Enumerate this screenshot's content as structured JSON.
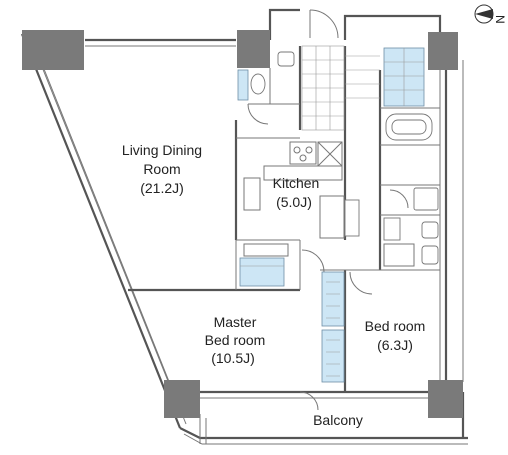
{
  "rooms": {
    "living": {
      "line1": "Living Dining",
      "line2": "Room",
      "size": "(21.2J)"
    },
    "kitchen": {
      "line1": "Kitchen",
      "size": "(5.0J)"
    },
    "master": {
      "line1": "Master",
      "line2": "Bed room",
      "size": "(10.5J)"
    },
    "bedroom": {
      "line1": "Bed room",
      "size": "(6.3J)"
    },
    "balcony": {
      "line1": "Balcony"
    }
  },
  "compass": {
    "letter": "N"
  },
  "colors": {
    "wall": "#555555",
    "pillar": "#7a7a7a",
    "storage": "#cde6f5"
  }
}
